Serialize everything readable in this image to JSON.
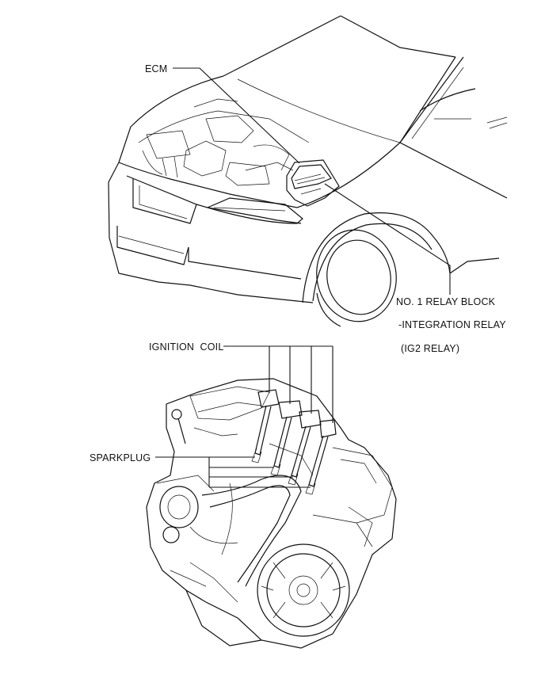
{
  "labels": {
    "ecm": "ECM",
    "relay_line1": "NO. 1 RELAY BLOCK",
    "relay_line2": "-INTEGRATION RELAY",
    "relay_line3": "(IG2 RELAY)",
    "ignition_coil": "IGNITION  COIL",
    "spark_plug": "SPARKPLUG"
  },
  "colors": {
    "line": "#111111",
    "background": "#ffffff"
  }
}
